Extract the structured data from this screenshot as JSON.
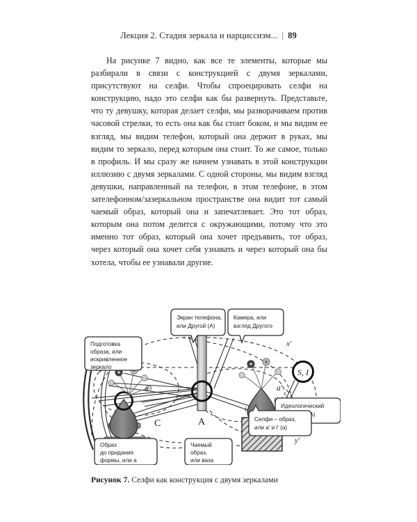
{
  "page": {
    "number": "89",
    "running_head_title": "Лекция 2. Стадия зеркала и нарциссизм...",
    "separator": "|"
  },
  "body": {
    "paragraph": "На рисунке 7 видно, как все те элементы, которые мы разбирали в связи с конструкцией с двумя зеркалами, присутствуют на селфи. Чтобы спроецировать селфи на конструкцию, надо это селфи как бы развернуть. Представьте, что ту девушку, которая делает селфи, мы разворачиваем против часовой стрелки, то есть она как бы стоит боком, и мы видим ее взгляд, мы видим телефон, который она держит в руках, мы видим то зеркало, перед которым она стоит. То же самое, только в профиль. И мы сразу же начнем узнавать в этой конструкции иллюзию с двумя зеркалами. С одной стороны, мы видим взгляд девушки, направленный на телефон, в этом телефоне, в этом зателефонном/зазеркальном пространстве она видит тот самый чаемый образ, который она и запечатлевает. Это тот образ, которым она потом делится с окружающими, потому что это именно тот образ, который она хочет предъявить, тот образ, через который она хочет себя узнавать и через который она бы хотела, чтобы ее узнавали другие."
  },
  "figure": {
    "caption_label": "Рисунок 7.",
    "caption_text": "Селфи как конструкция с двумя зеркалами",
    "callouts": [
      {
        "id": "phone-screen",
        "lines": [
          "Экран телефона,",
          "или Другой (А)"
        ]
      },
      {
        "id": "camera",
        "lines": [
          "Камера, или",
          "взгляд Другого"
        ]
      },
      {
        "id": "image-prep",
        "lines": [
          "Подготовка",
          "образа, или",
          "искривленное",
          "зеркало"
        ]
      },
      {
        "id": "ideological",
        "lines": [
          "Идеологический",
          "ход, или I (A)"
        ]
      },
      {
        "id": "selfie-image",
        "lines": [
          "Селфи – образ,",
          "или a' и i' (a)"
        ]
      },
      {
        "id": "unformed-image",
        "lines": [
          "Образ",
          "до придания",
          "формы, или a"
        ]
      },
      {
        "id": "desired-image",
        "lines": [
          "Чаемый",
          "образ,",
          "или ваза"
        ]
      }
    ],
    "symbols": [
      {
        "id": "sym-a",
        "text": "a"
      },
      {
        "id": "sym-a-prime",
        "text": "a'"
      },
      {
        "id": "sym-i-a",
        "text": "i' (a)"
      },
      {
        "id": "sym-x",
        "text": "x"
      },
      {
        "id": "sym-x-prime",
        "text": "x'"
      },
      {
        "id": "sym-y-prime",
        "text": "y'"
      },
      {
        "id": "sym-A",
        "text": "A"
      },
      {
        "id": "sym-C",
        "text": "C"
      },
      {
        "id": "sym-SI",
        "text": "S, I"
      },
      {
        "id": "sym-i-small",
        "text": "i"
      }
    ],
    "colors": {
      "ink": "#231f20",
      "mid_gray": "#8a8a8a",
      "light_gray": "#c8c8c8",
      "callout_fill": "#ffffff"
    }
  }
}
